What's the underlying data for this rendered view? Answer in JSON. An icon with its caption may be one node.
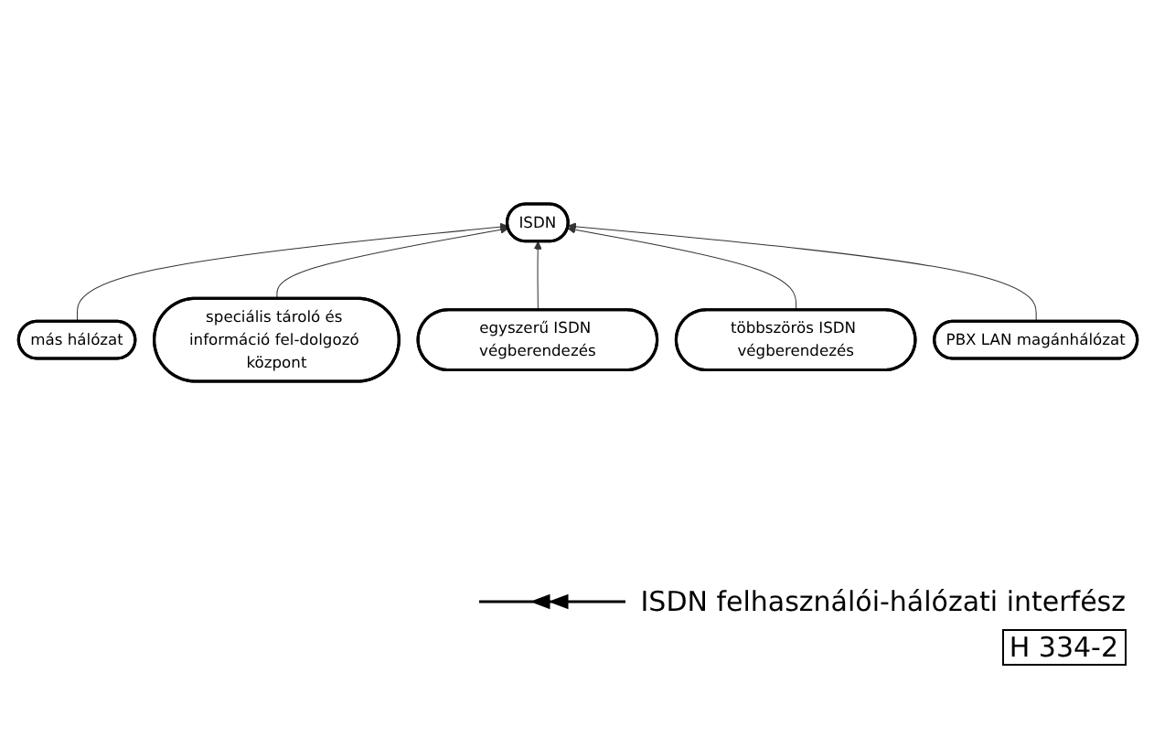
{
  "diagram": {
    "nodes": [
      {
        "text": [
          "más hálózat"
        ]
      },
      {
        "text": [
          "ISDN"
        ]
      },
      {
        "text": [
          "speciális tároló és információ fel-dolgozó központ"
        ]
      },
      {
        "text": [
          "egyszerű ISDN végberendezés"
        ]
      },
      {
        "text": [
          "többszörös ISDN végberendezés"
        ]
      },
      {
        "text": [
          "PBX LAN magánhálózat"
        ]
      }
    ],
    "edges": [
      {
        "from": 0,
        "to": 1,
        "arrow": "to"
      },
      {
        "from": 2,
        "to": 1,
        "arrow": "to"
      },
      {
        "from": 3,
        "to": 1,
        "arrow": "to"
      },
      {
        "from": 4,
        "to": 1,
        "arrow": "to"
      },
      {
        "from": 5,
        "to": 1,
        "arrow": "to"
      }
    ],
    "labels": [
      "H 334-2"
    ],
    "legend": [
      {
        "text": "ISDN felhasználói-hálózati interfész"
      }
    ]
  }
}
